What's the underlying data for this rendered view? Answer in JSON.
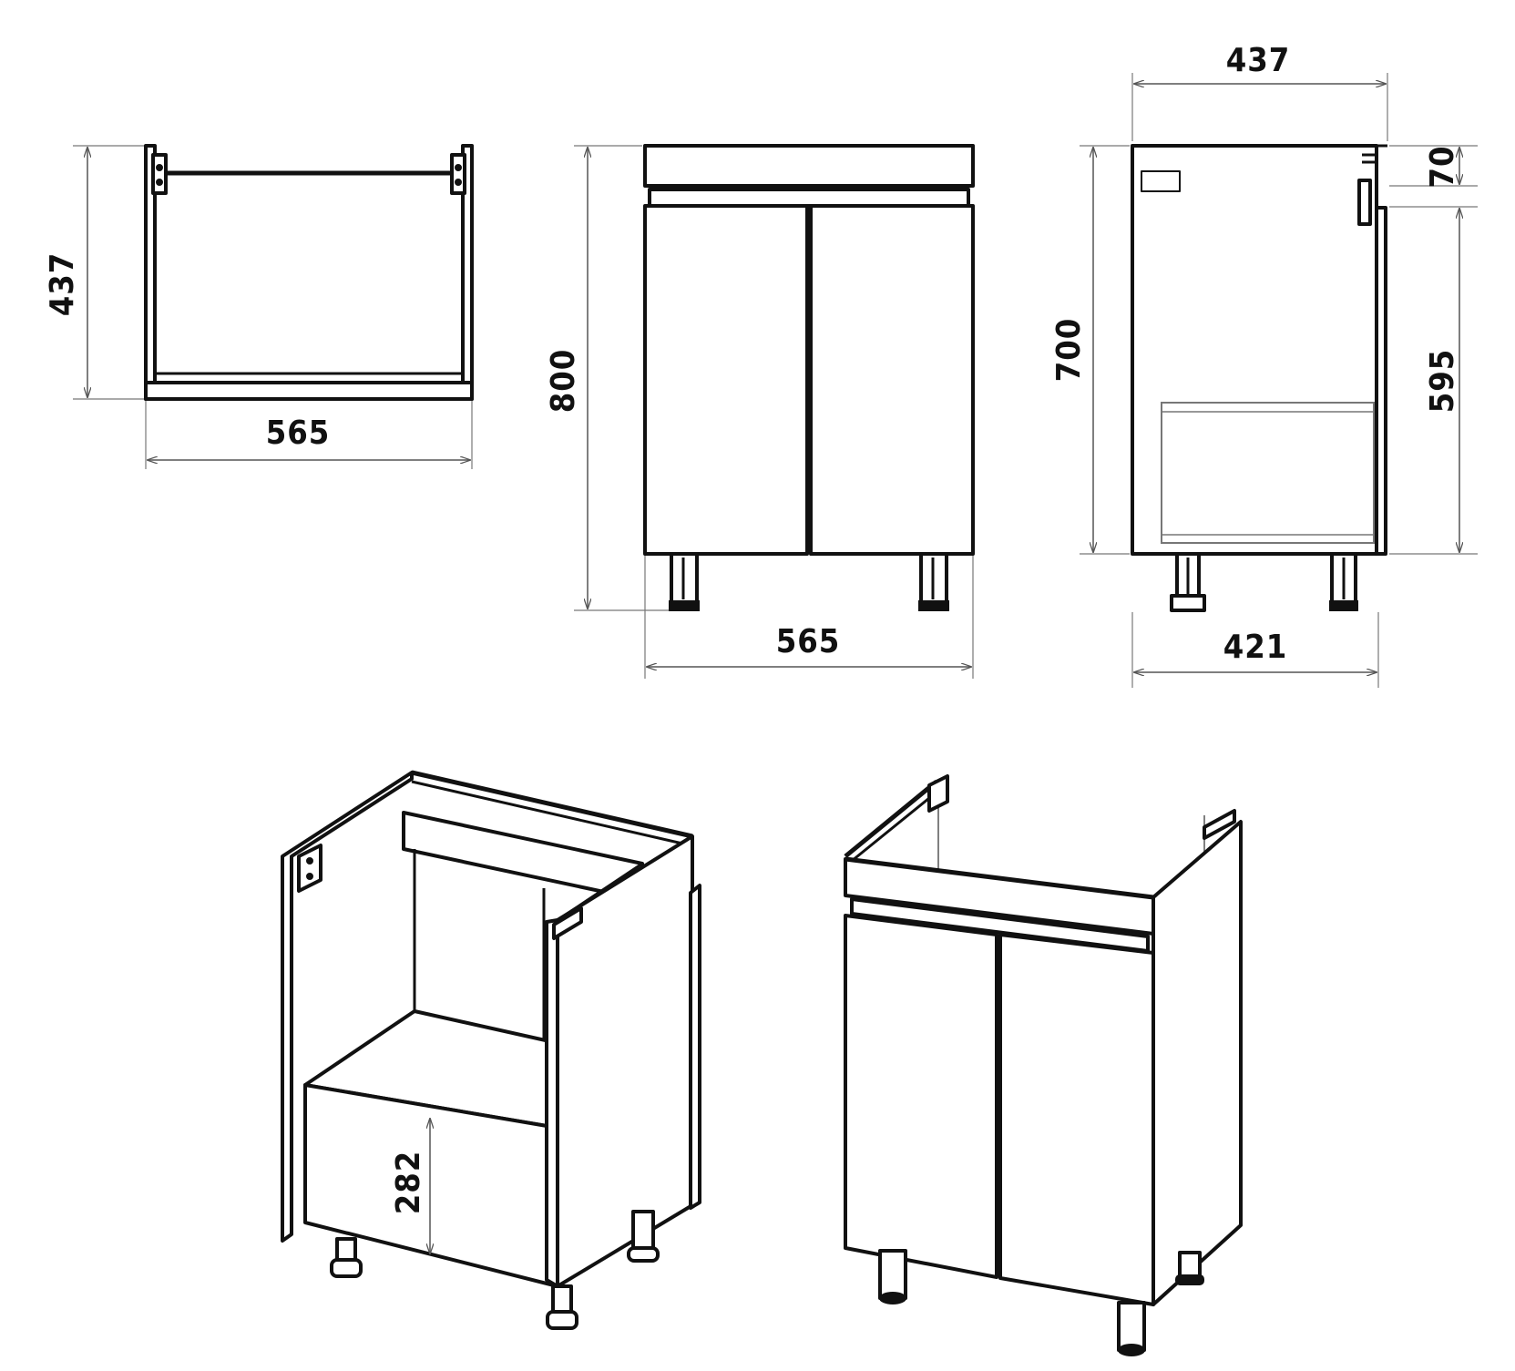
{
  "drawing": {
    "top_view": {
      "depth_label": "437",
      "width_label": "565"
    },
    "front_view": {
      "height_label": "800",
      "width_label": "565"
    },
    "side_view": {
      "top_depth_label": "437",
      "top_gap_label": "70",
      "body_height_label": "700",
      "inner_height_label": "595",
      "bottom_depth_label": "421"
    },
    "iso_back": {
      "drawer_height_label": "282"
    }
  },
  "colors": {
    "line": "#111111",
    "dimension_line": "#555555",
    "background": "#ffffff"
  }
}
